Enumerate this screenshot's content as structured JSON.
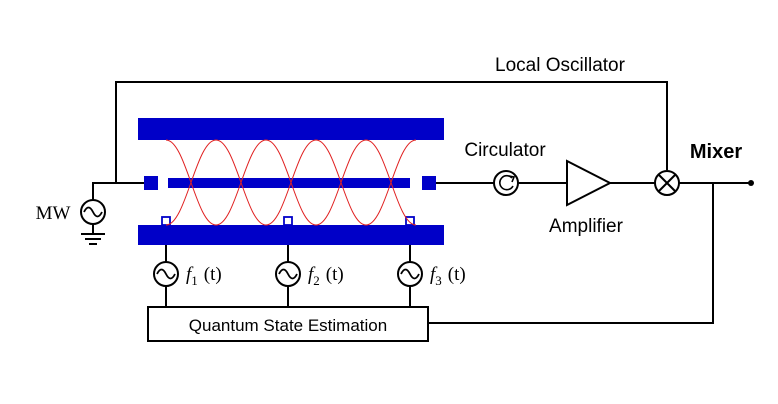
{
  "diagram": {
    "labels": {
      "local_oscillator": "Local Oscillator",
      "mixer": "Mixer",
      "circulator": "Circulator",
      "amplifier": "Amplifier",
      "mw": "MW",
      "estimation": "Quantum State Estimation"
    },
    "sources": [
      {
        "base": "f",
        "sub": "1",
        "arg": "(t)"
      },
      {
        "base": "f",
        "sub": "2",
        "arg": "(t)"
      },
      {
        "base": "f",
        "sub": "3",
        "arg": "(t)"
      }
    ],
    "colors": {
      "plate": "#0000c8",
      "mode": "#e02020",
      "wire": "#000000"
    }
  }
}
